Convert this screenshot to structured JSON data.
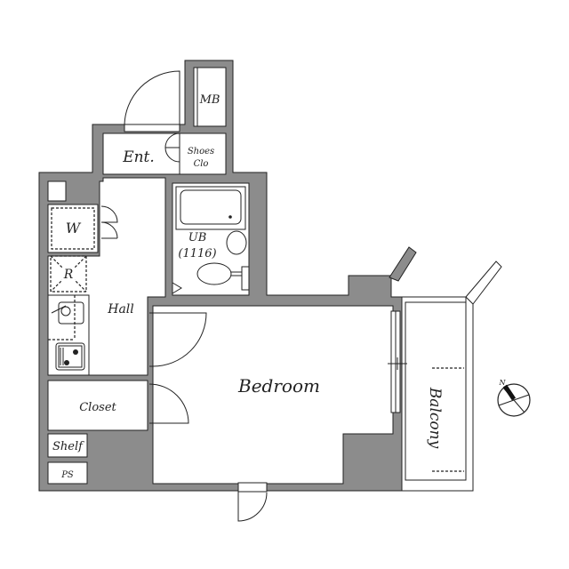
{
  "floorplan": {
    "rooms": {
      "mb": "MB",
      "entrance": "Ent.",
      "shoes_closet_line1": "Shoes",
      "shoes_closet_line2": "Clo",
      "washer": "W",
      "refrigerator": "R",
      "unit_bath_line1": "UB",
      "unit_bath_line2": "(1116)",
      "hall": "Hall",
      "bedroom": "Bedroom",
      "closet": "Closet",
      "shelf": "Shelf",
      "ps": "PS",
      "balcony": "Balcony"
    },
    "compass": {
      "north_label": "N"
    },
    "colors": {
      "wall": "#8c8c8c",
      "line": "#222222",
      "background": "#ffffff"
    }
  }
}
